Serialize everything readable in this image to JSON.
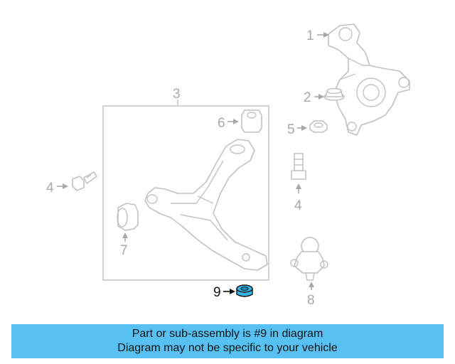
{
  "diagram": {
    "callouts": {
      "p1": "1",
      "p2": "2",
      "p3": "3",
      "p4a": "4",
      "p4b": "4",
      "p5": "5",
      "p6": "6",
      "p7": "7",
      "p8": "8",
      "p9": "9"
    },
    "highlight_color": "#33b5e8",
    "line_color": "#c2c2c2"
  },
  "banner": {
    "line1": "Part or sub-assembly is #9 in diagram",
    "line2": "Diagram may not be specific to your vehicle",
    "background": "#57c1f3"
  }
}
